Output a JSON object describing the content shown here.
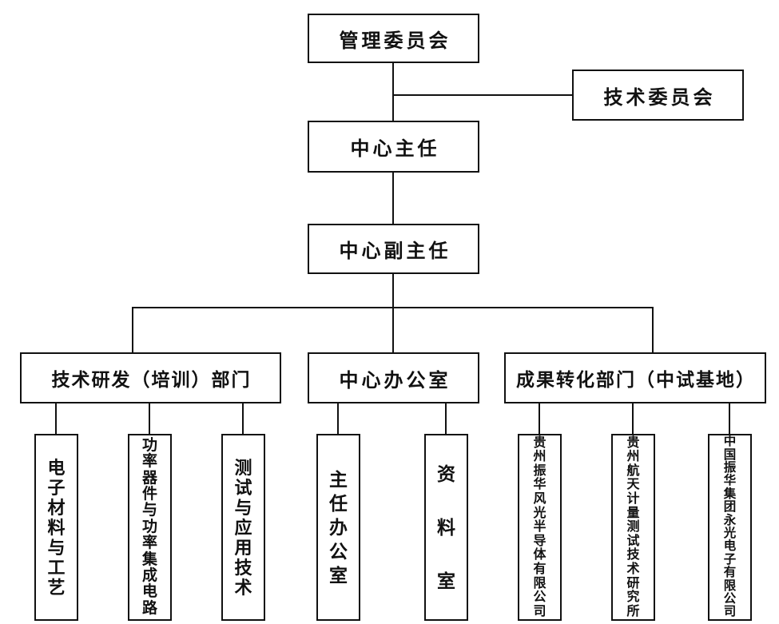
{
  "diagram": {
    "type": "org-chart",
    "background": "#ffffff",
    "line_color": "#111111",
    "box_border_color": "#111111",
    "box_fill_color": "#ffffff",
    "text_color": "#111111",
    "nodes": {
      "management_committee": "管理委员会",
      "technical_committee": "技术委员会",
      "center_director": "中心主任",
      "center_deputy_director": "中心副主任",
      "dept_rd_training": "技术研发（培训）部门",
      "center_office": "中心办公室",
      "dept_achievement_transformation": "成果转化部门（中试基地）",
      "electronic_materials": "电子材料与工艺",
      "power_devices": "功率器件与功率集成电路",
      "testing_application": "测试与应用技术",
      "director_office": "主任办公室",
      "reference_room": "资料室",
      "guizhou_zhenhua_fengguang": "贵州振华风光半导体有限公司",
      "guizhou_aerospace_metrology": "贵州航天计量测试技术研究所",
      "china_zhenhua_yongguang": "中国振华集团永光电子有限公司"
    },
    "edges": [
      [
        "management_committee",
        "technical_committee"
      ],
      [
        "management_committee",
        "center_director"
      ],
      [
        "center_director",
        "center_deputy_director"
      ],
      [
        "center_deputy_director",
        "dept_rd_training"
      ],
      [
        "center_deputy_director",
        "center_office"
      ],
      [
        "center_deputy_director",
        "dept_achievement_transformation"
      ],
      [
        "dept_rd_training",
        "electronic_materials"
      ],
      [
        "dept_rd_training",
        "power_devices"
      ],
      [
        "dept_rd_training",
        "testing_application"
      ],
      [
        "center_office",
        "director_office"
      ],
      [
        "center_office",
        "reference_room"
      ],
      [
        "dept_achievement_transformation",
        "guizhou_zhenhua_fengguang"
      ],
      [
        "dept_achievement_transformation",
        "guizhou_aerospace_metrology"
      ],
      [
        "dept_achievement_transformation",
        "china_zhenhua_yongguang"
      ]
    ]
  }
}
